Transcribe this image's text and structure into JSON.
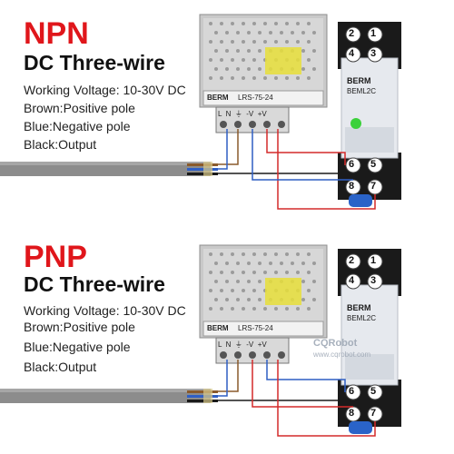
{
  "colors": {
    "mode_red": "#e0161b",
    "cable_grey": "#8c8c8c",
    "wire_blue": "#2f5fc4",
    "wire_red": "#d42a2a",
    "wire_brown": "#8a5a2b",
    "psu_silver": "#c9c9c9",
    "relay_body": "#e6e9ee",
    "socket_black": "#1a1a1a",
    "indicator_green": "#3bd13b",
    "clip_blue": "#2a63c8"
  },
  "panels": [
    {
      "mode": "NPN",
      "wire_type": "DC Three-wire",
      "specs": {
        "voltage": "Working Voltage: 10-30V DC",
        "brown": "Brown:Positive pole",
        "blue": "Blue:Negative pole",
        "black": "Black:Output"
      },
      "psu": {
        "brand": "BERM",
        "model": "LRS-75-24",
        "terminals": "L  N  ⏚  -V  +V"
      },
      "relay": {
        "brand": "BERM",
        "model": "BEML2C",
        "pins_top": [
          "2",
          "1",
          "4",
          "3"
        ],
        "pins_bottom": [
          "6",
          "5",
          "8",
          "7"
        ]
      }
    },
    {
      "mode": "PNP",
      "wire_type": "DC Three-wire",
      "specs": {
        "voltage": "Working Voltage: 10-30V DC",
        "brown": "Brown:Positive pole",
        "blue": "Blue:Negative pole",
        "black": "Black:Output"
      },
      "psu": {
        "brand": "BERM",
        "model": "LRS-75-24",
        "terminals": "L  N  ⏚  -V  +V"
      },
      "relay": {
        "brand": "BERM",
        "model": "BEML2C",
        "pins_top": [
          "2",
          "1",
          "4",
          "3"
        ],
        "pins_bottom": [
          "6",
          "5",
          "8",
          "7"
        ]
      },
      "watermark": "CQRobot",
      "watermark_url": "www.cqrobot.com"
    }
  ]
}
